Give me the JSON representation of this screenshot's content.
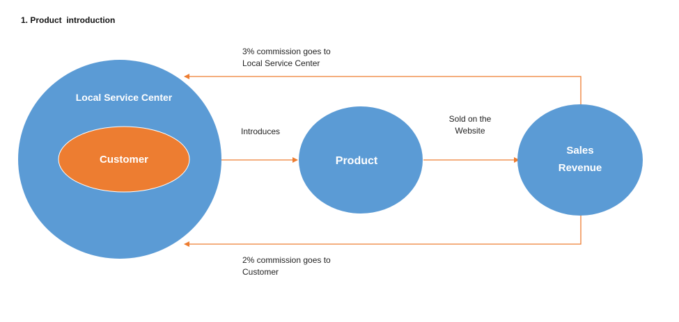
{
  "title": "1. Product  introduction",
  "nodes": {
    "local_service_center": "Local Service Center",
    "customer": "Customer",
    "product": "Product",
    "sales_revenue": [
      "Sales",
      "Revenue"
    ]
  },
  "edge_labels": {
    "introduces": "Introduces",
    "sold_on_website": [
      "Sold on the",
      "Website"
    ],
    "commission_top": [
      "3% commission goes to",
      "Local Service Center"
    ],
    "commission_bottom": [
      "2% commission goes to",
      "Customer"
    ]
  },
  "colors": {
    "node_blue": "#5b9bd5",
    "node_orange": "#ed7d31",
    "arrow": "#ed7d31",
    "text_on_node": "#ffffff"
  }
}
